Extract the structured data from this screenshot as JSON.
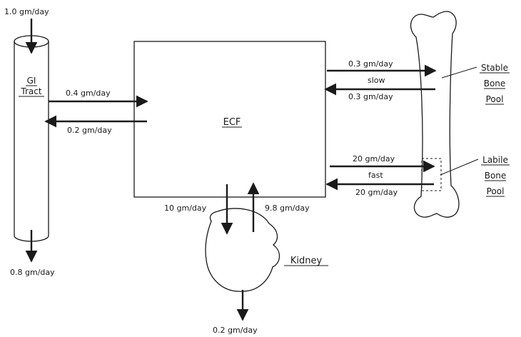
{
  "labels": {
    "gi_intake": "1.0 gm/day",
    "gi_line1": "GI",
    "gi_line2": "Tract",
    "absorb": "0.4 gm/day",
    "secrete": "0.2 gm/day",
    "fecal": "0.8 gm/day",
    "ecf": "ECF",
    "stable_in": "0.3 gm/day",
    "slow": "slow",
    "stable_out": "0.3 gm/day",
    "stable_line1": "Stable",
    "stable_line2": "Bone",
    "stable_line3": "Pool",
    "labile_in": "20 gm/day",
    "fast": "fast",
    "labile_out": "20 gm/day",
    "labile_line1": "Labile",
    "labile_line2": "Bone",
    "labile_line3": "Pool",
    "kidney_filter": "10 gm/day",
    "kidney_reabsorb": "9.8 gm/day",
    "kidney": "Kidney",
    "urine": "0.2 gm/day"
  }
}
